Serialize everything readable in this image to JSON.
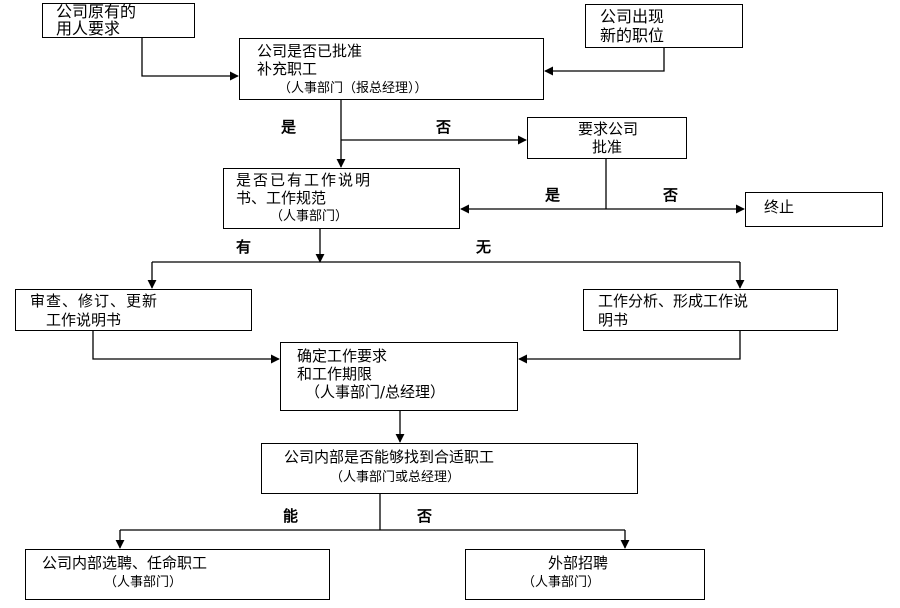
{
  "boxes": {
    "original_need": {
      "line1": "公司原有的",
      "line2": "用人要求"
    },
    "new_position": {
      "line1": "公司出现",
      "line2": "新的职位"
    },
    "approve_hire": {
      "line1": "公司是否已批准",
      "line2": "补充职工",
      "line3": "（人事部门（报总经理））"
    },
    "request_approval": {
      "line1": "要求公司",
      "line2": "批准"
    },
    "has_job_desc": {
      "line1": "是否已有工作说明",
      "line2": "书、工作规范",
      "line3": "（人事部门）"
    },
    "terminate": {
      "line1": "终止"
    },
    "review_update": {
      "line1": "审查、修订、更新",
      "line2": "工作说明书"
    },
    "job_analysis": {
      "line1": "工作分析、形成工作说",
      "line2": "明书"
    },
    "define_requirements": {
      "line1": "确定工作要求",
      "line2": "和工作期限",
      "line3": "（人事部门/总经理）"
    },
    "internal_search": {
      "line1": "公司内部是否能够找到合适职工",
      "line2": "（人事部门或总经理）"
    },
    "internal_hire": {
      "line1": "公司内部选聘、任命职工",
      "line2": "（人事部门）"
    },
    "external_hire": {
      "line1": "外部招聘",
      "line2": "（人事部门）"
    }
  },
  "labels": {
    "yes_1": "是",
    "no_1": "否",
    "yes_2": "是",
    "no_2": "否",
    "have": "有",
    "none": "无",
    "can": "能",
    "no_3": "否"
  },
  "colors": {
    "line": "#000000",
    "box_border": "#000000",
    "background": "#ffffff"
  }
}
